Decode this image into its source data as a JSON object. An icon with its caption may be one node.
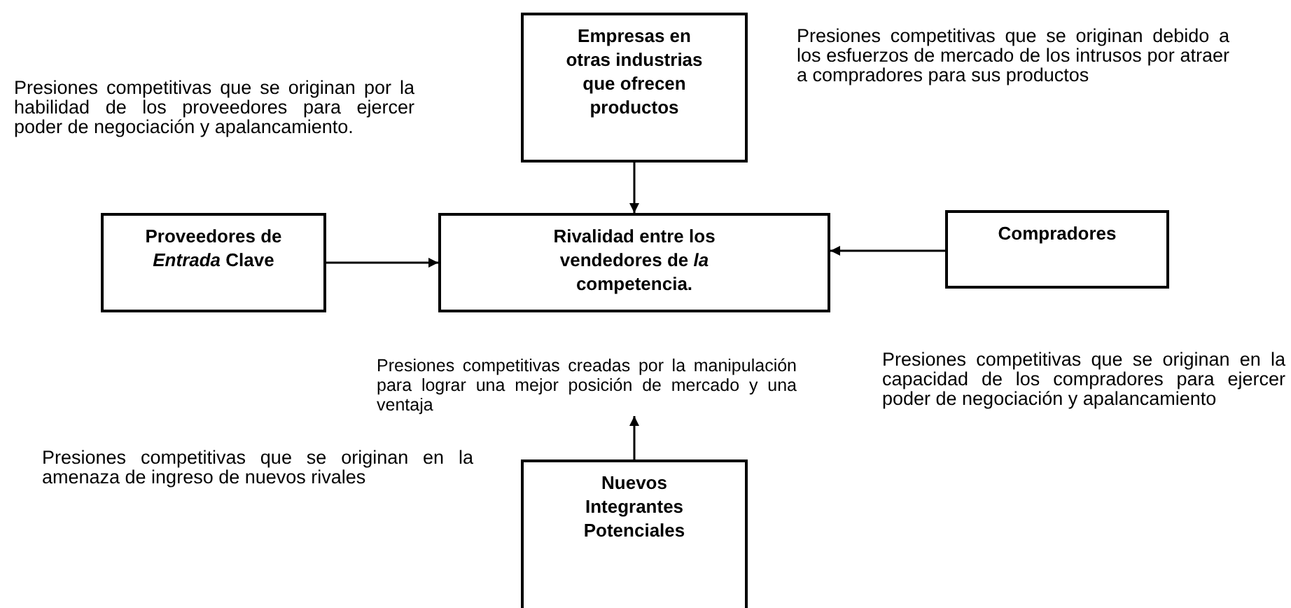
{
  "diagram": {
    "nodes": [
      {
        "text": [
          "Empresas en otras industrias que ofrecen productos"
        ]
      },
      {
        "text": [
          "Proveedores de *Entrada* Clave"
        ]
      },
      {
        "text": [
          "Rivalidad entre los vendedores de *la* competencia."
        ]
      },
      {
        "text": [
          "Compradores"
        ]
      },
      {
        "text": [
          "Presiones competitivas creadas por la manipulación para lograr una mejor posición de mercado y una ventaja"
        ]
      },
      {
        "text": [
          "Nuevos Integrantes Potenciales"
        ]
      }
    ],
    "edges": [
      {
        "from": 0,
        "to": 2,
        "arrow": "to"
      },
      {
        "from": 1,
        "to": 2,
        "arrow": "to"
      },
      {
        "from": 3,
        "to": 2,
        "arrow": "to"
      },
      {
        "from": 5,
        "to": 4,
        "arrow": "to"
      }
    ],
    "labels": [
      "Presiones competitivas que se originan debido a los esfuerzos de mercado de los intrusos por atraer a compradores para sus productos",
      "Presiones competitivas que se originan por la habilidad de los proveedores para ejercer poder de negociación y apalancamiento.",
      "Presiones competitivas que se originan en la capacidad de los compradores para ejercer poder de negociación y apalancamiento",
      "Presiones competitivas que se originan en la amenaza de ingreso de nuevos rivales"
    ]
  }
}
